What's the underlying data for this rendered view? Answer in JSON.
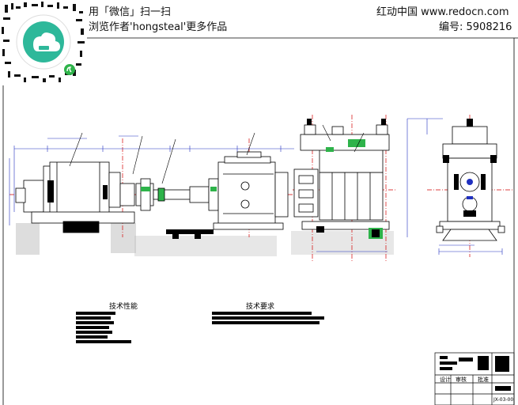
{
  "header": {
    "scan_line": "用「微信」扫一扫",
    "browse_line": "浏览作者'hongsteal'更多作品",
    "site_line": "红动中国 www.redocn.com",
    "id_line": "编号: 5908216"
  },
  "drawing": {
    "tech_performance_heading": "技术性能",
    "tech_requirements_heading": "技术要求",
    "title_block": {
      "cells": [
        "设计",
        "审核",
        "批准"
      ],
      "drawing_no": "JX-03-00"
    }
  },
  "colors": {
    "line": "#000000",
    "center_line": "#d40000",
    "dimension_line": "#2030c0",
    "fill_accent": "#2eb34a",
    "qr_accent": "#2eb89a"
  }
}
